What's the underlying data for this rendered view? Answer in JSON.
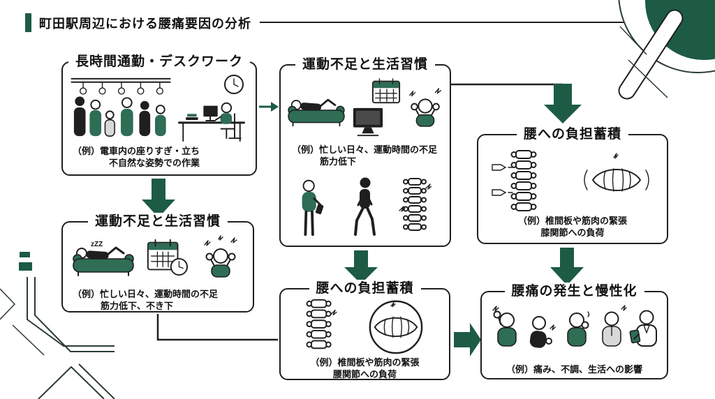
{
  "colors": {
    "brand_green": "#1d5b45",
    "illustration_green": "#2f6d55",
    "outline_dark": "#1f1f1f",
    "line_dark": "#2a3b33"
  },
  "header": {
    "title": "町田駅周辺における腰痛要因の分析"
  },
  "boxes": {
    "commute": {
      "title": "長時間通勤・デスクワーク",
      "caption_line1": "（例）電車内の座りすぎ・立ち",
      "caption_line2": "不自然な姿勢での作業",
      "icons": [
        "train-interior",
        "wall-clock",
        "desk-worker"
      ]
    },
    "inactivity_left": {
      "title": "運動不足と生活習慣",
      "caption_line1": "（例）忙しい日々、運動時間の不足",
      "caption_line2": "筋力低下、不き下",
      "sleep_text": "zZZ",
      "icons": [
        "sofa-lounger",
        "calendar-clock",
        "stressed-person"
      ]
    },
    "inactivity_center": {
      "title": "運動不足と生活習慣",
      "caption_line1": "（例）忙しい日々、運動時間の不足",
      "caption_line2": "筋力低下",
      "icons": [
        "sofa-lounger",
        "tv-monitor",
        "calendar",
        "stressed-person",
        "smartphone-user",
        "walking-person",
        "spine"
      ]
    },
    "strain_center": {
      "title": "腰への負担蓄積",
      "caption_line1": "（例）椎間板や筋肉の緊張",
      "caption_line2": "腰関節への負荷",
      "icons": [
        "spine",
        "muscle-magnified"
      ]
    },
    "strain_right": {
      "title": "腰への負担蓄積",
      "caption_line1": "（例）椎間板や筋肉の緊張",
      "caption_line2": "膝関節への負荷",
      "icons": [
        "pressure-pointers",
        "spine",
        "muscle-tension"
      ]
    },
    "chronic_pain": {
      "title": "腰痛の発生と慢性化",
      "caption_line1": "（例）痛み、不調、生活への影響",
      "icons": [
        "headache-person",
        "backpain-person",
        "worried-woman",
        "tired-man",
        "doctor-with-clipboard"
      ]
    }
  }
}
